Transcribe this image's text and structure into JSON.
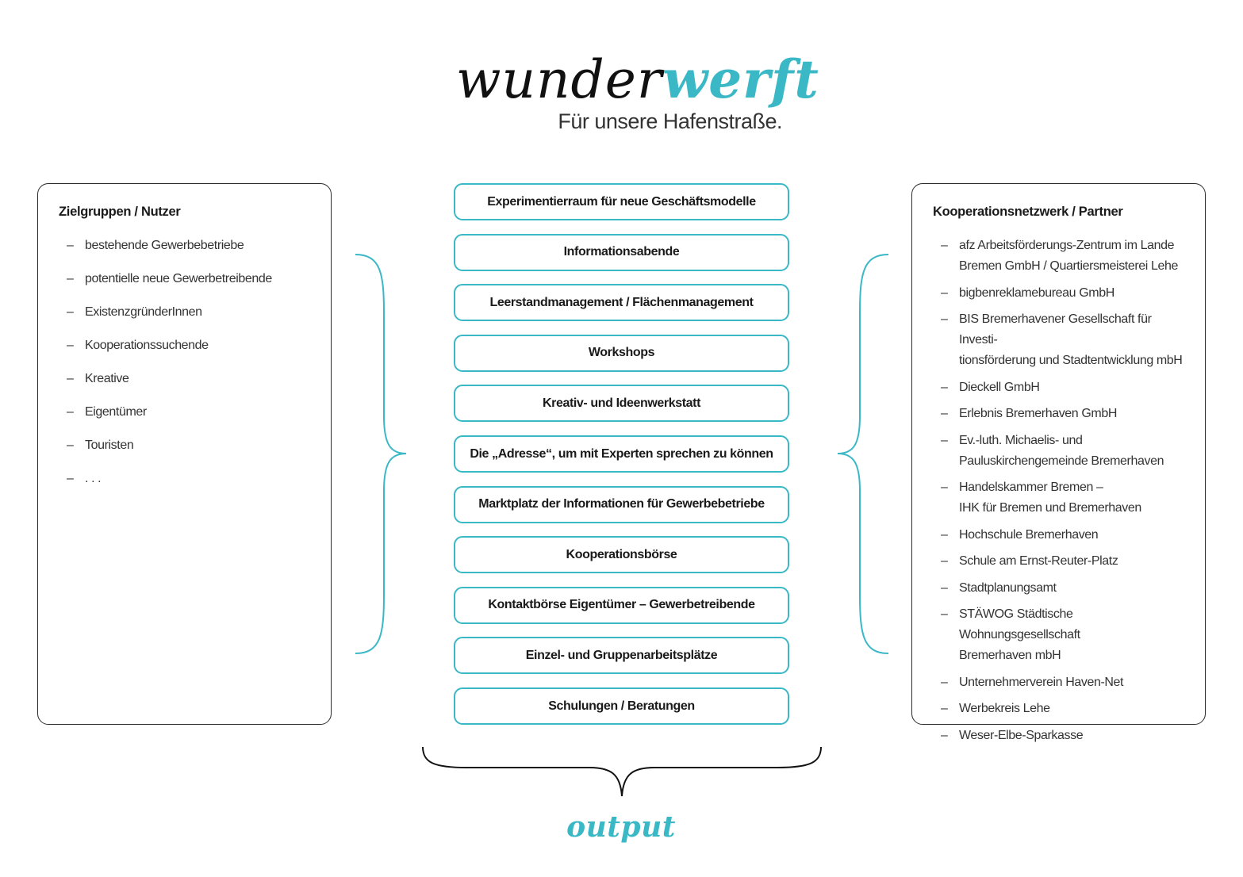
{
  "logo": {
    "part1": "wunder",
    "part2": "werft"
  },
  "tagline": "Für unsere Hafenstraße.",
  "left_box": {
    "title": "Zielgruppen / Nutzer",
    "items": [
      "bestehende Gewerbebetriebe",
      "potentielle neue Gewerbetreibende",
      "ExistenzgründerInnen",
      "Kooperationssuchende",
      "Kreative",
      "Eigentümer",
      "Touristen",
      ". . ."
    ]
  },
  "center": {
    "items": [
      "Experimentierraum für neue Geschäftsmodelle",
      "Informationsabende",
      "Leerstandmanagement / Flächenmanagement",
      "Workshops",
      "Kreativ- und Ideenwerkstatt",
      "Die „Adresse“, um mit Experten sprechen zu können",
      "Marktplatz der Informationen für Gewerbebetriebe",
      "Kooperationsbörse",
      "Kontaktbörse Eigentümer – Gewerbetreibende",
      "Einzel- und Gruppenarbeitsplätze",
      "Schulungen / Beratungen"
    ]
  },
  "right_box": {
    "title": "Kooperationsnetzwerk / Partner",
    "items": [
      [
        "afz Arbeitsförderungs-Zentrum im Lande",
        "Bremen GmbH / Quartiersmeisterei Lehe"
      ],
      [
        "bigbenreklamebureau GmbH"
      ],
      [
        "BIS Bremerhavener Gesellschaft für Investi-",
        "tionsförderung und Stadtentwicklung mbH"
      ],
      [
        "Dieckell GmbH"
      ],
      [
        "Erlebnis Bremerhaven GmbH"
      ],
      [
        "Ev.-luth. Michaelis- und",
        "Pauluskirchengemeinde Bremerhaven"
      ],
      [
        "Handelskammer Bremen –",
        "IHK für Bremen und Bremerhaven"
      ],
      [
        "Hochschule Bremerhaven"
      ],
      [
        "Schule am Ernst-Reuter-Platz"
      ],
      [
        "Stadtplanungsamt"
      ],
      [
        "STÄWOG Städtische Wohnungsgesellschaft",
        "Bremerhaven mbH"
      ],
      [
        "Unternehmerverein Haven-Net"
      ],
      [
        "Werbekreis Lehe"
      ],
      [
        "Weser-Elbe-Sparkasse"
      ]
    ]
  },
  "output_label": "output",
  "colors": {
    "accent": "#3bb8c6",
    "text": "#1a1a1a",
    "border": "#2b2b2b"
  }
}
